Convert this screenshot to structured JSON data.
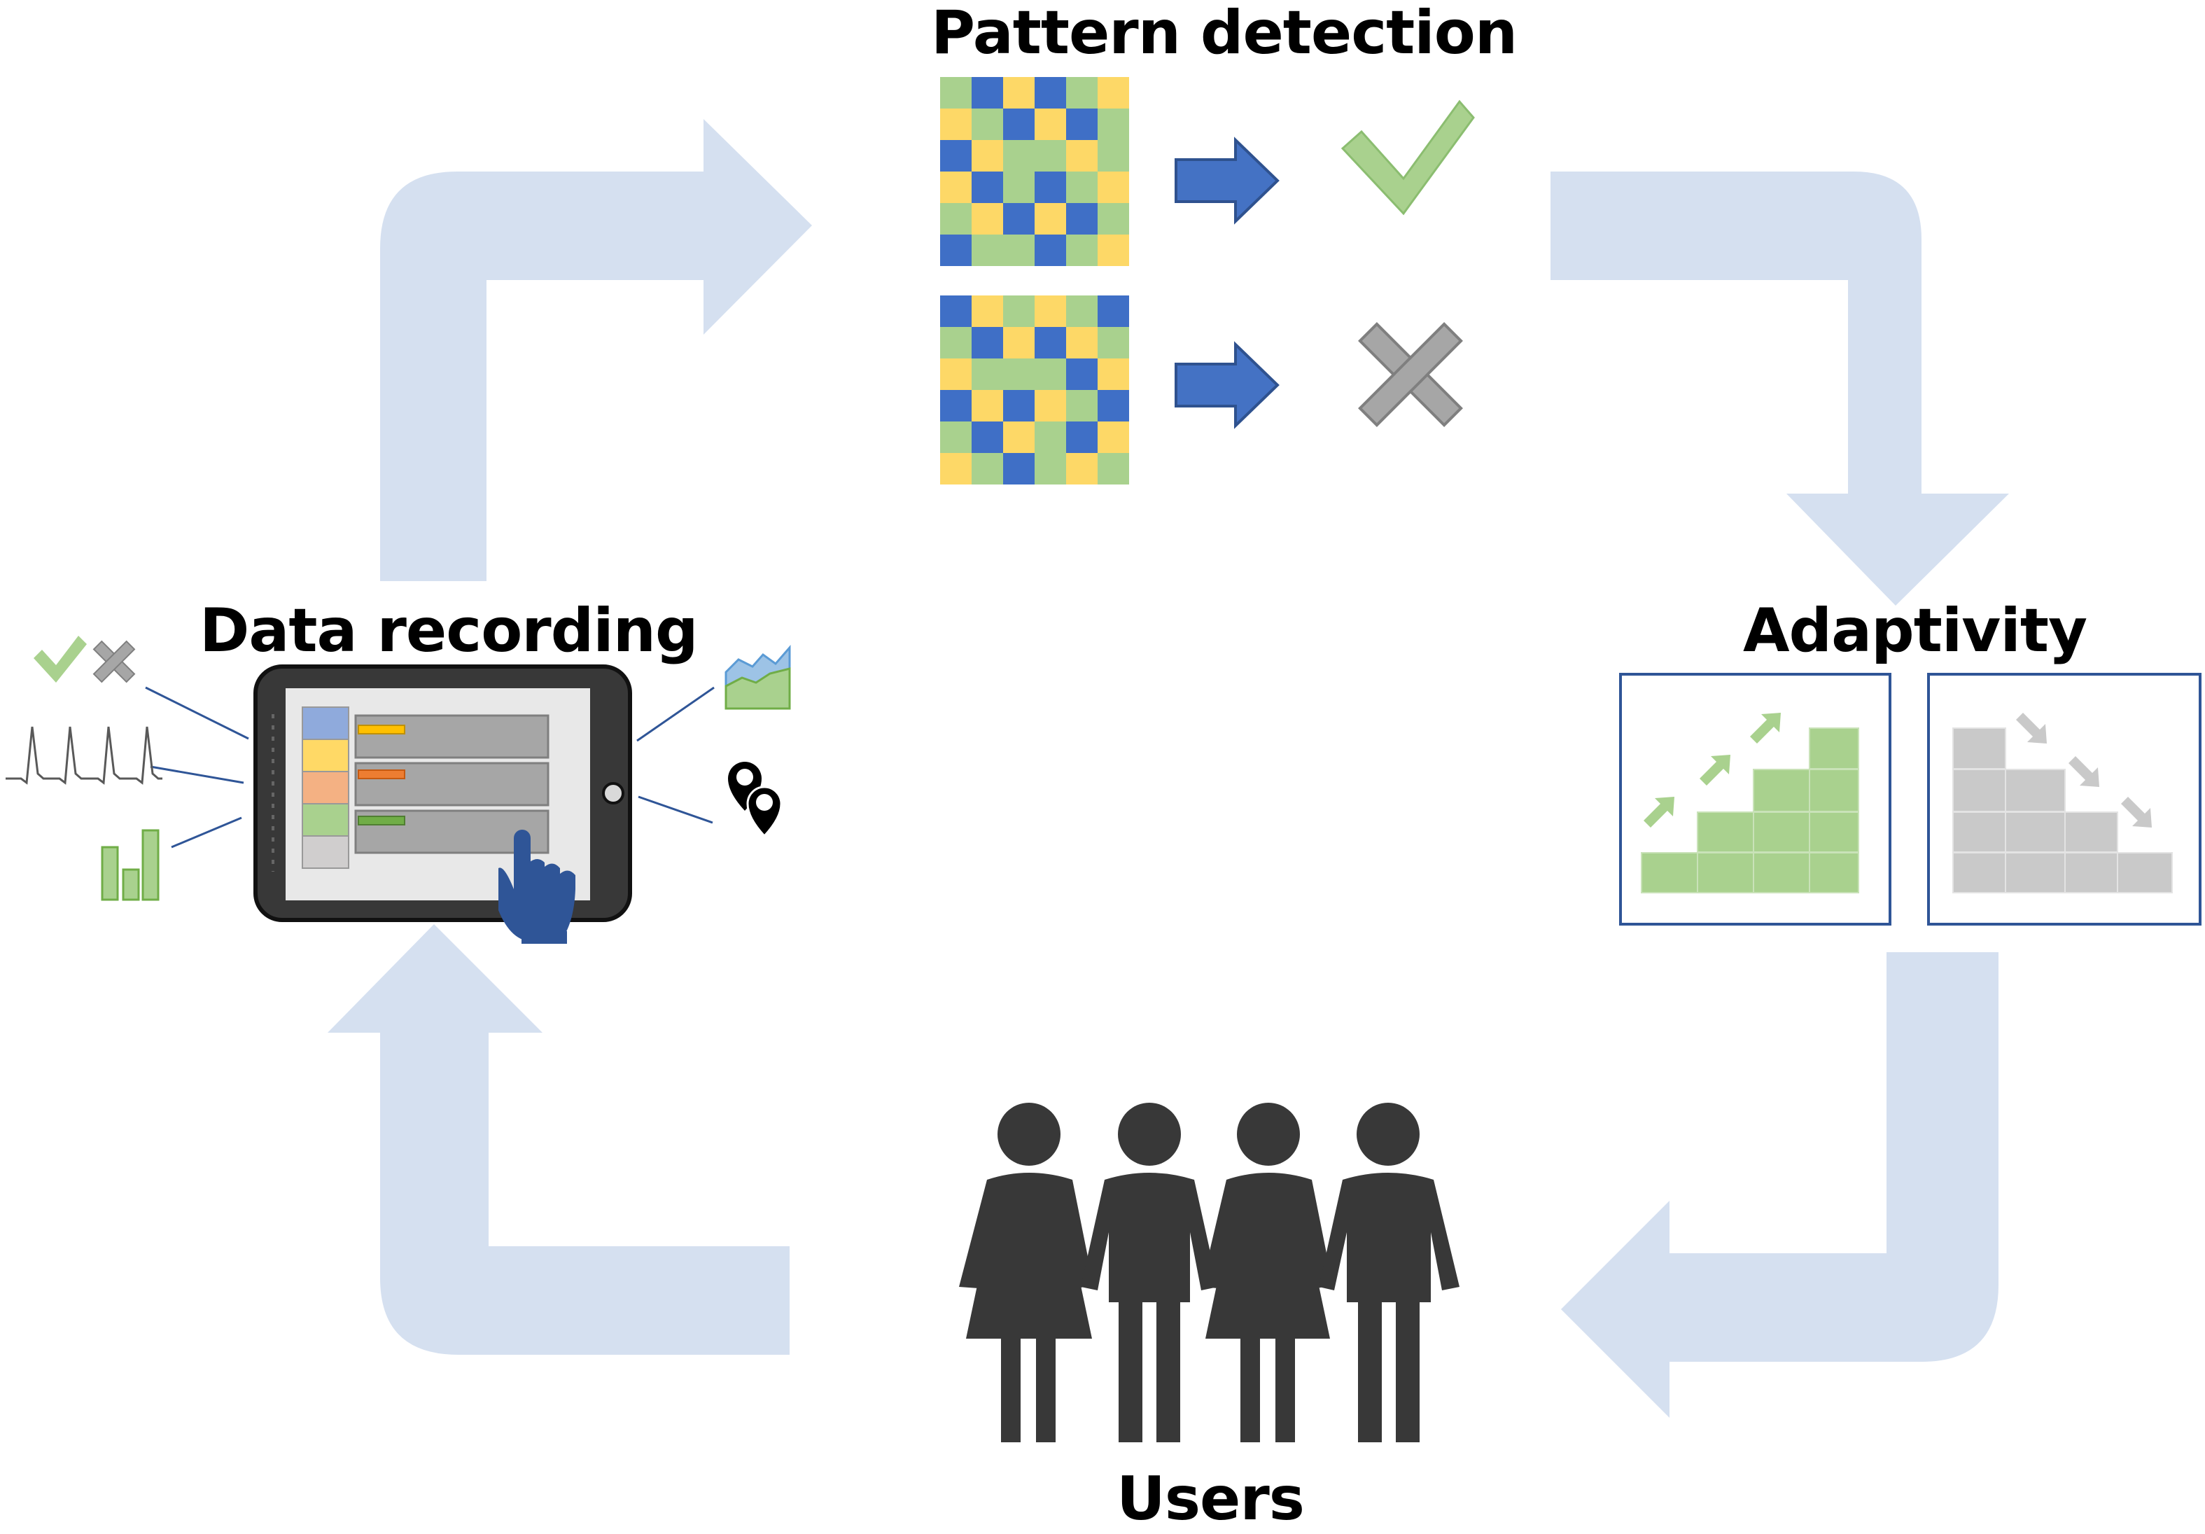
{
  "labels": {
    "pattern_detection": "Pattern detection",
    "data_recording": "Data recording",
    "adaptivity": "Adaptivity",
    "users": "Users"
  },
  "colors": {
    "cycle_arrow": "#d5e0f0",
    "blue": "#3f6fc6",
    "yellow": "#fdd867",
    "green": "#a9d18e",
    "gray": "#a6a6a6",
    "dark": "#383838",
    "hand": "#2f5597"
  },
  "grids": {
    "positive": [
      [
        2,
        0,
        1,
        0,
        2,
        1
      ],
      [
        1,
        2,
        0,
        1,
        0,
        2
      ],
      [
        0,
        1,
        2,
        2,
        1,
        2
      ],
      [
        1,
        0,
        2,
        0,
        2,
        1
      ],
      [
        2,
        1,
        0,
        1,
        0,
        2
      ],
      [
        0,
        2,
        2,
        0,
        2,
        1
      ]
    ],
    "negative": [
      [
        0,
        1,
        2,
        1,
        2,
        0
      ],
      [
        2,
        0,
        1,
        0,
        1,
        2
      ],
      [
        1,
        2,
        2,
        2,
        0,
        1
      ],
      [
        0,
        1,
        0,
        1,
        2,
        0
      ],
      [
        2,
        0,
        1,
        2,
        0,
        1
      ],
      [
        1,
        2,
        0,
        2,
        1,
        2
      ]
    ]
  },
  "icons": {
    "accept": "check-icon",
    "reject": "cross-icon",
    "tablet": "tablet-icon",
    "pointer": "hand-pointer-icon",
    "location": "map-pin-icon",
    "users": "people-icon"
  }
}
